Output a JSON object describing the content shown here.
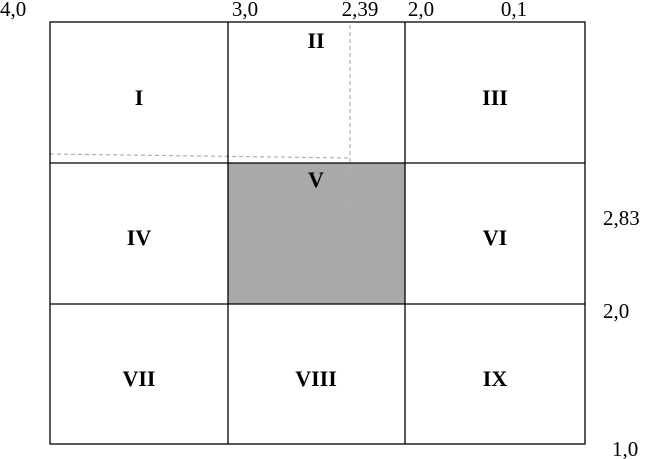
{
  "colors": {
    "line": "#000000",
    "shaded_cell": "#a9a9a9",
    "guide_line": "#b0b0b0",
    "background": "#ffffff"
  },
  "top_labels": [
    "4,0",
    "3,0",
    "2,39",
    "2,0",
    "0,1"
  ],
  "right_labels": [
    "2,83",
    "2,0",
    "1,0"
  ],
  "cells": [
    {
      "label": "I",
      "shaded": false
    },
    {
      "label": "II",
      "shaded": false
    },
    {
      "label": "III",
      "shaded": false
    },
    {
      "label": "IV",
      "shaded": false
    },
    {
      "label": "V",
      "shaded": true
    },
    {
      "label": "VI",
      "shaded": false
    },
    {
      "label": "VII",
      "shaded": false
    },
    {
      "label": "VIII",
      "shaded": false
    },
    {
      "label": "IX",
      "shaded": false
    }
  ]
}
